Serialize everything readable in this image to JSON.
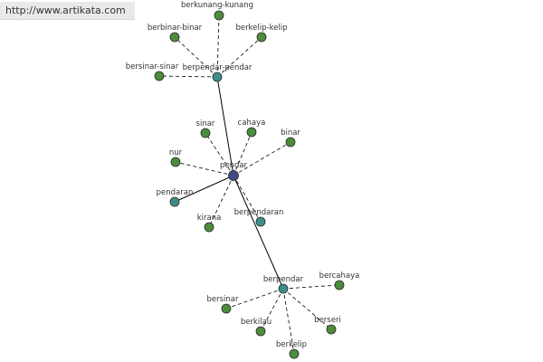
{
  "header": {
    "url": "http://www.artikata.com"
  },
  "colors": {
    "green": "#4c8c3c",
    "teal": "#3e8e8a",
    "root": "#404a88",
    "edge": "#000000"
  },
  "graph": {
    "nodes": [
      {
        "id": "pendar",
        "label": "pendar",
        "kind": "root"
      },
      {
        "id": "berpendar-pendar",
        "label": "berpendar-pendar",
        "kind": "hub"
      },
      {
        "id": "berpendar",
        "label": "berpendar",
        "kind": "hub"
      },
      {
        "id": "pendaran",
        "label": "pendaran",
        "kind": "hub"
      },
      {
        "id": "berpendaran",
        "label": "berpendaran",
        "kind": "hub"
      },
      {
        "id": "berkunang-kunang",
        "label": "berkunang-kunang",
        "kind": "leaf"
      },
      {
        "id": "berbinar-binar",
        "label": "berbinar-binar",
        "kind": "leaf"
      },
      {
        "id": "berkelip-kelip",
        "label": "berkelip-kelip",
        "kind": "leaf"
      },
      {
        "id": "bersinar-sinar",
        "label": "bersinar-sinar",
        "kind": "leaf"
      },
      {
        "id": "sinar",
        "label": "sinar",
        "kind": "leaf"
      },
      {
        "id": "cahaya",
        "label": "cahaya",
        "kind": "leaf"
      },
      {
        "id": "binar",
        "label": "binar",
        "kind": "leaf"
      },
      {
        "id": "nur",
        "label": "nur",
        "kind": "leaf"
      },
      {
        "id": "kirana",
        "label": "kirana",
        "kind": "leaf"
      },
      {
        "id": "bercahaya",
        "label": "bercahaya",
        "kind": "leaf"
      },
      {
        "id": "bersinar",
        "label": "bersinar",
        "kind": "leaf"
      },
      {
        "id": "berkilau",
        "label": "berkilau",
        "kind": "leaf"
      },
      {
        "id": "berseri",
        "label": "berseri",
        "kind": "leaf"
      },
      {
        "id": "berkelip",
        "label": "berkelip",
        "kind": "leaf"
      }
    ],
    "edges": [
      {
        "from": "pendar",
        "to": "berpendar-pendar",
        "style": "solid"
      },
      {
        "from": "pendar",
        "to": "berpendar",
        "style": "solid"
      },
      {
        "from": "pendar",
        "to": "pendaran",
        "style": "solid"
      },
      {
        "from": "pendar",
        "to": "sinar",
        "style": "dashed"
      },
      {
        "from": "pendar",
        "to": "cahaya",
        "style": "dashed"
      },
      {
        "from": "pendar",
        "to": "binar",
        "style": "dashed"
      },
      {
        "from": "pendar",
        "to": "nur",
        "style": "dashed"
      },
      {
        "from": "pendar",
        "to": "kirana",
        "style": "dashed"
      },
      {
        "from": "pendar",
        "to": "berpendaran",
        "style": "dashed"
      },
      {
        "from": "berpendar-pendar",
        "to": "berkunang-kunang",
        "style": "dashed"
      },
      {
        "from": "berpendar-pendar",
        "to": "berbinar-binar",
        "style": "dashed"
      },
      {
        "from": "berpendar-pendar",
        "to": "berkelip-kelip",
        "style": "dashed"
      },
      {
        "from": "berpendar-pendar",
        "to": "bersinar-sinar",
        "style": "dashed"
      },
      {
        "from": "berpendar",
        "to": "bercahaya",
        "style": "dashed"
      },
      {
        "from": "berpendar",
        "to": "bersinar",
        "style": "dashed"
      },
      {
        "from": "berpendar",
        "to": "berkilau",
        "style": "dashed"
      },
      {
        "from": "berpendar",
        "to": "berseri",
        "style": "dashed"
      },
      {
        "from": "berpendar",
        "to": "berkelip",
        "style": "dashed"
      }
    ]
  }
}
